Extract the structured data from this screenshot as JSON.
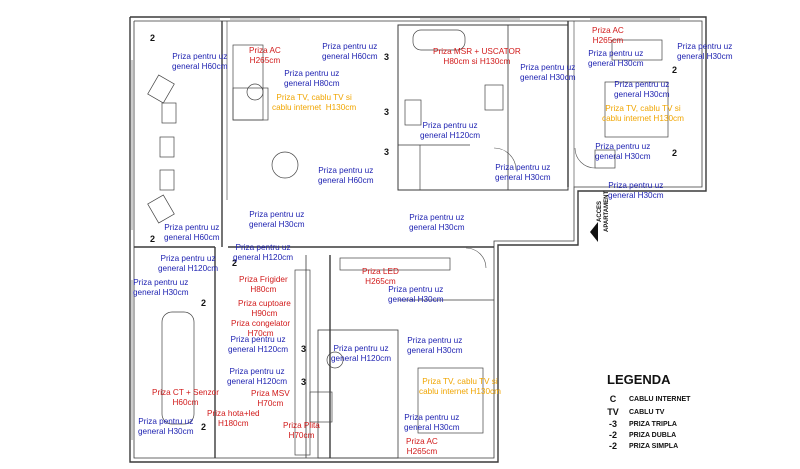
{
  "labels": {
    "l01": "Priza pentru uz\ngeneral H60cm",
    "l02": "Priza AC\nH265cm",
    "l03": "Priza pentru uz\ngeneral H80cm",
    "l04": "Priza pentru uz\ngeneral H60cm",
    "l05": "Priza TV, cablu TV si\ncablu internet  H130cm",
    "l06": "Priza MSR + USCATOR\nH80cm si H130cm",
    "l07": "Priza pentru uz\ngeneral H30cm",
    "l08": "Priza pentru uz\ngeneral H120cm",
    "l09": "Priza pentru uz\ngeneral H60cm",
    "l10": "Priza pentru uz\ngeneral H30cm",
    "l11": "Priza AC\nH265cm",
    "l12": "Priza pentru uz\ngeneral H30cm",
    "l13": "Priza pentru uz\ngeneral H30cm",
    "l14": "Priza pentru uz\ngeneral H30cm",
    "l15": "Priza TV, cablu TV si\ncablu internet H130cm",
    "l16": "Priza pentru uz\ngeneral H30cm",
    "l17": "Priza pentru uz\ngeneral H30cm",
    "l18": "Priza pentru uz\ngeneral H60cm",
    "l19": "Priza pentru uz\ngeneral H30cm",
    "l20": "Priza pentru uz\ngeneral H30cm",
    "l21": "Priza pentru uz\ngeneral H120cm",
    "l22": "Priza pentru uz\ngeneral H120cm",
    "l23": "Priza LED\nH265cm",
    "l24": "Priza pentru uz\ngeneral H30cm",
    "l25": "Priza pentru uz\ngeneral H30cm",
    "l26": "Priza Frigider\nH80cm",
    "l27": "Priza cuptoare\nH90cm",
    "l28": "Priza congelator\nH70cm",
    "l29": "Priza pentru uz\ngeneral H120cm",
    "l30": "Priza pentru uz\ngeneral H120cm",
    "l31": "Priza pentru uz\ngeneral H30cm",
    "l32": "Priza pentru uz\ngeneral H120cm",
    "l33": "Priza TV, cablu TV si\ncablu internet H130cm",
    "l34": "Priza CT + Senzor\nH60cm",
    "l35": "Priza MSV\nH70cm",
    "l36": "Priza hota+led\nH180cm",
    "l37": "Priza pentru uz\ngeneral H30cm",
    "l38": "Priza pentru uz\ngeneral H30cm",
    "l39": "Priza Plita\nH70cm",
    "l40": "Priza AC\nH265cm"
  },
  "sockets": {
    "triple": "3",
    "double": "2",
    "single": "2"
  },
  "acces": "ACCES\nAPARTAMENT",
  "legend": {
    "title": "LEGENDA",
    "items": [
      {
        "symbol": "C",
        "label": "CABLU INTERNET"
      },
      {
        "symbol": "TV",
        "label": "CABLU TV"
      },
      {
        "symbol": "-3",
        "label": "PRIZA TRIPLA"
      },
      {
        "symbol": "-2",
        "label": "PRIZA DUBLA"
      },
      {
        "symbol": "-2",
        "label": "PRIZA SIMPLA"
      }
    ]
  },
  "colors": {
    "general": "#1b1fb0",
    "special": "#d11a1a",
    "media": "#f0a500",
    "wall": "#3a3a3a"
  }
}
